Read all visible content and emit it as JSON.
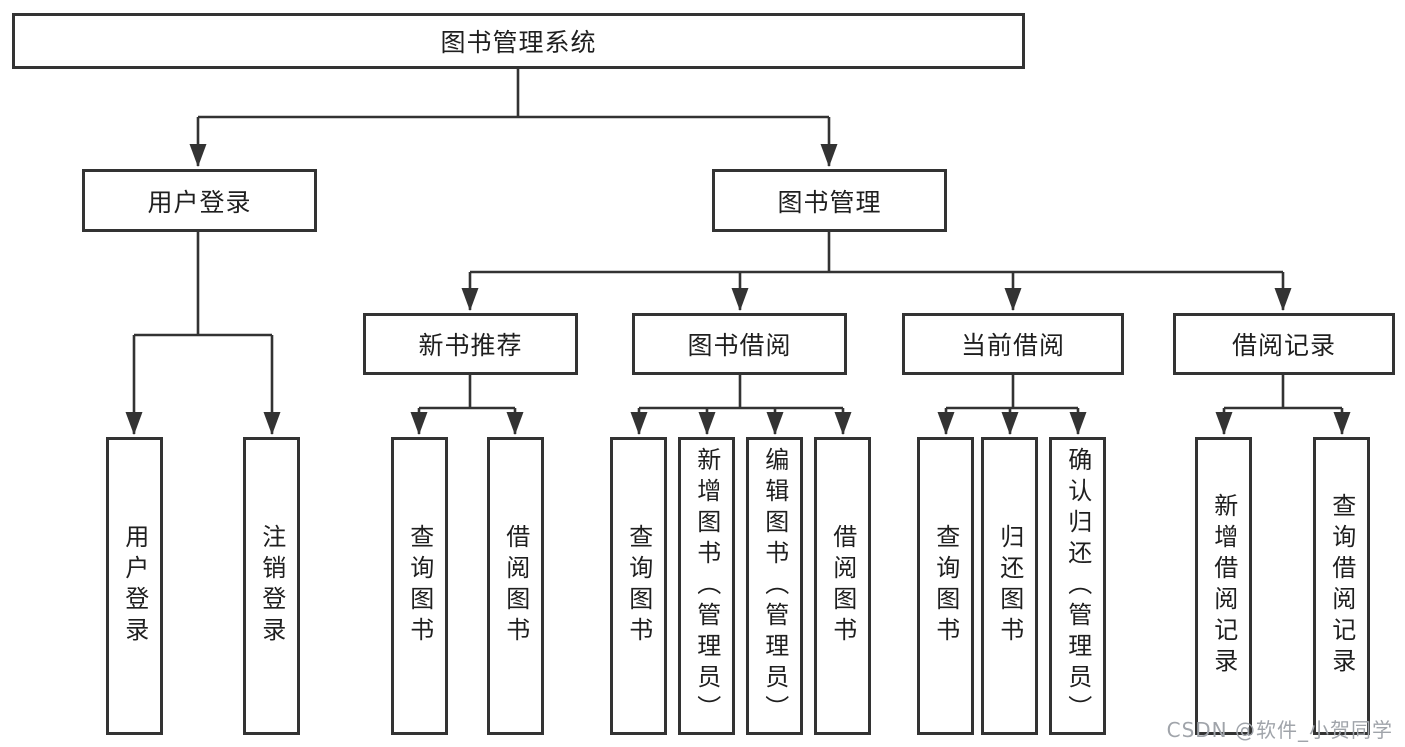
{
  "diagram": {
    "root": {
      "label": "图书管理系统"
    },
    "level2": [
      {
        "label": "用户登录",
        "leaves": [
          "用户登录",
          "注销登录"
        ]
      },
      {
        "label": "图书管理",
        "modules": [
          {
            "label": "新书推荐",
            "leaves": [
              "查询图书",
              "借阅图书"
            ]
          },
          {
            "label": "图书借阅",
            "leaves": [
              "查询图书",
              "新增图书（管理员）",
              "编辑图书（管理员）",
              "借阅图书"
            ]
          },
          {
            "label": "当前借阅",
            "leaves": [
              "查询图书",
              "归还图书",
              "确认归还（管理员）"
            ]
          },
          {
            "label": "借阅记录",
            "leaves": [
              "新增借阅记录",
              "查询借阅记录"
            ]
          }
        ]
      }
    ]
  },
  "watermark": "CSDN @软件_小贺同学",
  "colors": {
    "line": "#333333",
    "box_border": "#333333",
    "background": "#ffffff",
    "text": "#1f1f1f",
    "watermark_text": "#a0a4aa"
  }
}
